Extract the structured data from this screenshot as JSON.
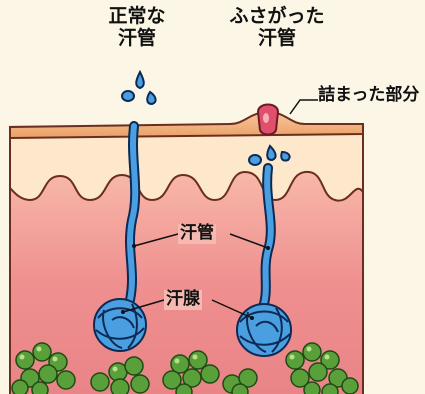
{
  "labels": {
    "normal_duct_line1": "正常な",
    "normal_duct_line2": "汗管",
    "blocked_duct_line1": "ふさがった",
    "blocked_duct_line2": "汗管",
    "blocked_part": "詰まった部分",
    "duct": "汗管",
    "gland": "汗腺"
  },
  "colors": {
    "background": "#fbf6e6",
    "skin_surface": "#f2b080",
    "dermis": "#ef8f8f",
    "duct": "#4a9fe0",
    "fat_cells": "#5aa03a",
    "clog": "#e0506a"
  }
}
